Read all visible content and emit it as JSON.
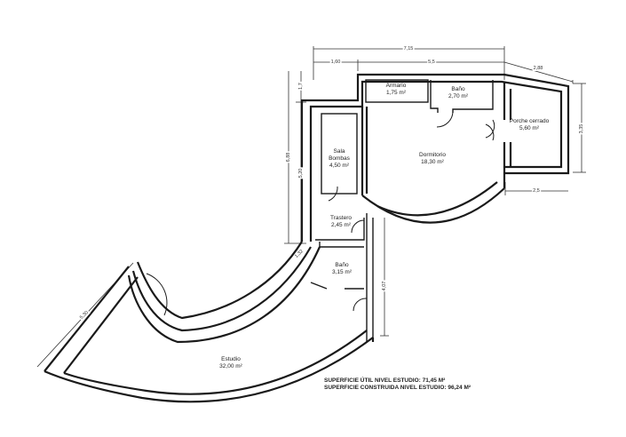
{
  "plan": {
    "level": "Nivel Estudio",
    "rooms": [
      {
        "id": "armario",
        "name": "Armario",
        "area": "1,75 m²"
      },
      {
        "id": "bano-1",
        "name": "Baño",
        "area": "2,70 m²"
      },
      {
        "id": "porche",
        "name": "Porche cerrado",
        "area": "5,60 m²"
      },
      {
        "id": "dormitorio",
        "name": "Dormitorio",
        "area": "18,30 m²"
      },
      {
        "id": "sala-bombas",
        "name": "Sala",
        "name2": "Bombas",
        "area": "4,50 m²"
      },
      {
        "id": "trastero",
        "name": "Trastero",
        "area": "2,45 m²"
      },
      {
        "id": "bano-2",
        "name": "Baño",
        "area": "3,15 m²"
      },
      {
        "id": "estudio",
        "name": "Estudio",
        "area": "32,00 m²"
      }
    ],
    "dimensions": {
      "top_total": "7,15",
      "top_left": "1,60",
      "top_right": "5,5",
      "porch_top": "2,88",
      "porch_right": "3,35",
      "porch_bottom": "2,5",
      "left_total": "6,88",
      "left_upper": "1,7",
      "left_lower": "5,20",
      "curve": "1,32",
      "bath_right": "4,07",
      "estudio_diag": "5,30"
    },
    "summary": {
      "util": "Superficie útil nivel estudio: 71,45 m²",
      "construida": "Superficie construida nivel estudio: 96,24 m²"
    }
  }
}
